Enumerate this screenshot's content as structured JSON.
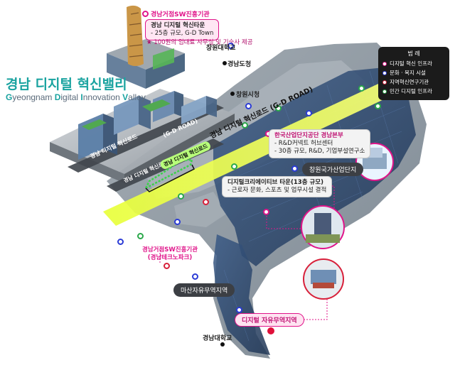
{
  "title": {
    "korean": "경남 디지털 혁신밸리",
    "english_parts": [
      {
        "cap": "G",
        "rest": "yeongnam "
      },
      {
        "cap": "D",
        "rest": "igital "
      },
      {
        "cap": "I",
        "rest": "nnovation "
      },
      {
        "cap": "V",
        "rest": "alley"
      }
    ]
  },
  "legend": {
    "title": "범 례",
    "items": [
      {
        "label": "디지털 혁신 인프라",
        "color": "#e0158a"
      },
      {
        "label": "문화 · 복지 시설",
        "color": "#2b3bd6"
      },
      {
        "label": "지역혁신연구기관",
        "color": "#d8203a"
      },
      {
        "label": "민간 디지털 인프라",
        "color": "#2aa84a"
      }
    ]
  },
  "callouts": {
    "top_header": "경남거점SW진흥기관",
    "digital_town": {
      "head": "경남 디지털 혁신타운",
      "line1": "- 25층 규모, G-D Town",
      "line2": "★ 100원의 임대료 사무실 및 기숙사 제공"
    },
    "kicox": {
      "head": "한국산업단지공단 경남본부",
      "line1": "- R&D커넥트 허브센터",
      "line2": "- 30층 규모, R&D, 기업부설연구소"
    },
    "changwon_complex": "창원국가산업단지",
    "creative": {
      "head": "디지털크리에이티브 타운(13층 규모)",
      "line1": "- 근로자 문화, 스포츠 및 업무시설 결적"
    },
    "sw_park_head": "경남거점SW진흥기관",
    "sw_park_sub": "(경남테크노파크)",
    "masan_zone": "마산자유무역지역",
    "digital_free": "디지털 자유무역지역"
  },
  "places": {
    "changwon_univ": "창원대학교",
    "gyeongnam_office": "경남도청",
    "changwon_hall": "창원시청",
    "gyeongnam_univ": "경남대학교"
  },
  "roads": {
    "main_label": "경남 디지털 혁신로드 (G-D ROAD)",
    "left_label_1": "경남 디지털 혁신로드",
    "left_label_2": "(G-D ROAD)",
    "left_label_3": "경남 디지털 혁신로드 (G-D ROAD)",
    "green_path": "경남 디지털 혁신로드"
  }
}
